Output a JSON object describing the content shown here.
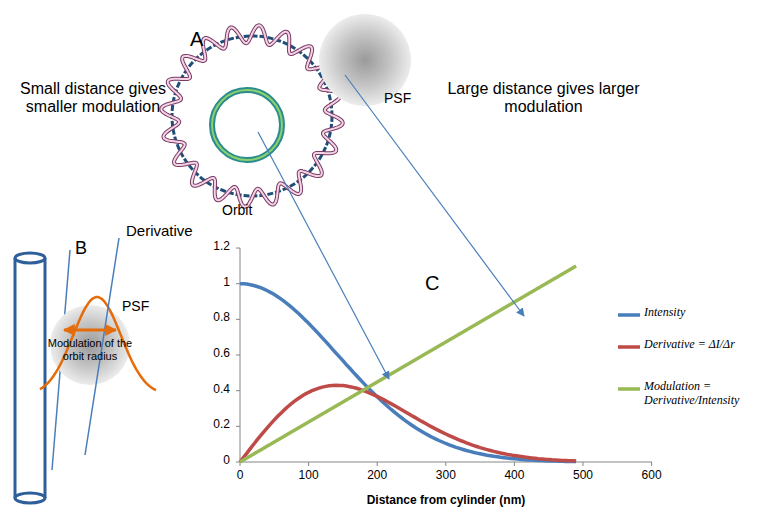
{
  "diagram": {
    "labels": [
      "A",
      "Small distance gives smaller modulation",
      "Large distance gives larger modulation",
      "PSF",
      "Orbit",
      "B",
      "Derivative",
      "PSF",
      "Modulation of the orbit radius",
      "C",
      "1.2",
      "1",
      "0.8",
      "0.6",
      "0.4",
      "0.2",
      "0",
      "0",
      "100",
      "200",
      "300",
      "400",
      "500",
      "600",
      "Distance from cylinder (nm)"
    ],
    "legend": [
      {
        "text": "Intensity"
      },
      {
        "text": "Derivative = ΔI/Δr"
      },
      {
        "text": "Modulation = Derivative/Intensity"
      }
    ]
  }
}
